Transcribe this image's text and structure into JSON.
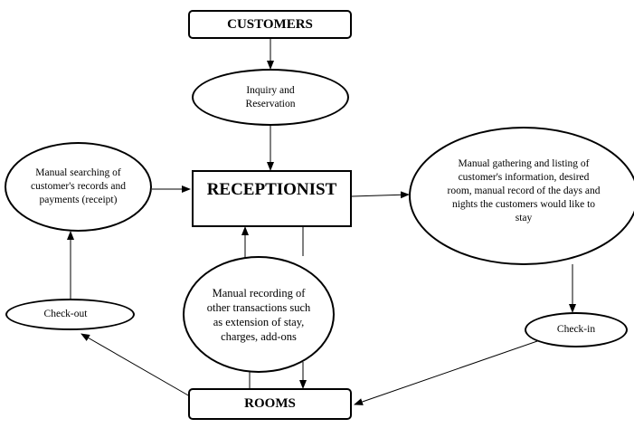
{
  "nodes": {
    "customers": "CUSTOMERS",
    "inquiry": "Inquiry and Reservation",
    "receptionist": "RECEPTIONIST",
    "manual_search": "Manual searching of customer's records and payments (receipt)",
    "manual_gathering": "Manual gathering and listing of customer's information, desired room, manual record of the days and nights the customers would like to stay",
    "manual_recording": "Manual recording of other transactions such as extension of stay, charges, add-ons",
    "check_out": "Check-out",
    "check_in": "Check-in",
    "rooms": "ROOMS"
  }
}
